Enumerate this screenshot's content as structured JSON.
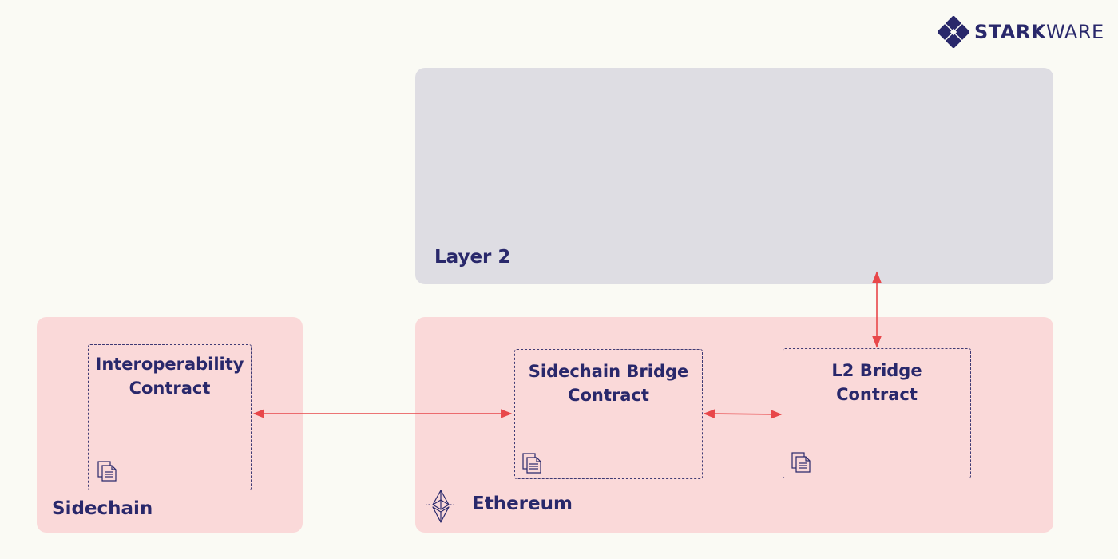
{
  "logo": {
    "text_strong": "STARK",
    "text_light": "WARE",
    "icon": "starkware-diamond-icon"
  },
  "layer2": {
    "label": "Layer 2"
  },
  "sidechain": {
    "label": "Sidechain",
    "contract": {
      "line1": "Interoperability",
      "line2": "Contract",
      "icon": "document-icon"
    }
  },
  "ethereum": {
    "label": "Ethereum",
    "icon": "ethereum-icon",
    "sidechain_bridge": {
      "line1": "Sidechain Bridge",
      "line2": "Contract",
      "icon": "document-icon"
    },
    "l2_bridge": {
      "line1": "L2 Bridge",
      "line2": "Contract",
      "icon": "document-icon"
    }
  },
  "colors": {
    "background": "#fafaf4",
    "layer2_panel": "#dedde3",
    "chain_panel": "#fad9d9",
    "text": "#29286b",
    "arrow": "#e8474a"
  }
}
